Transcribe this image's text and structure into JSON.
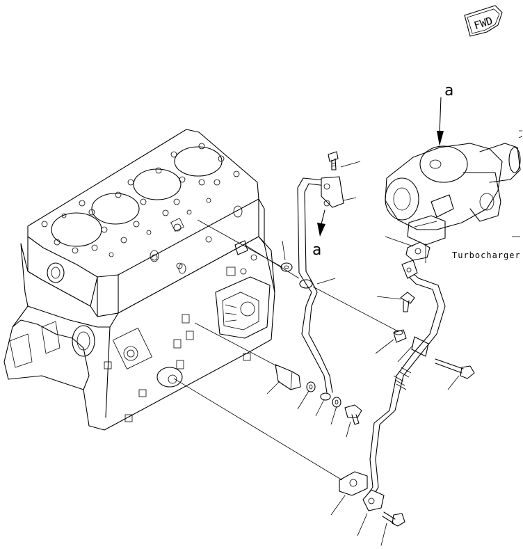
{
  "fwd_marker": {
    "text": "FWD"
  },
  "labels": {
    "ref_a_top": "a",
    "ref_a_pipe": "a",
    "turbocharger": "Turbocharger"
  }
}
